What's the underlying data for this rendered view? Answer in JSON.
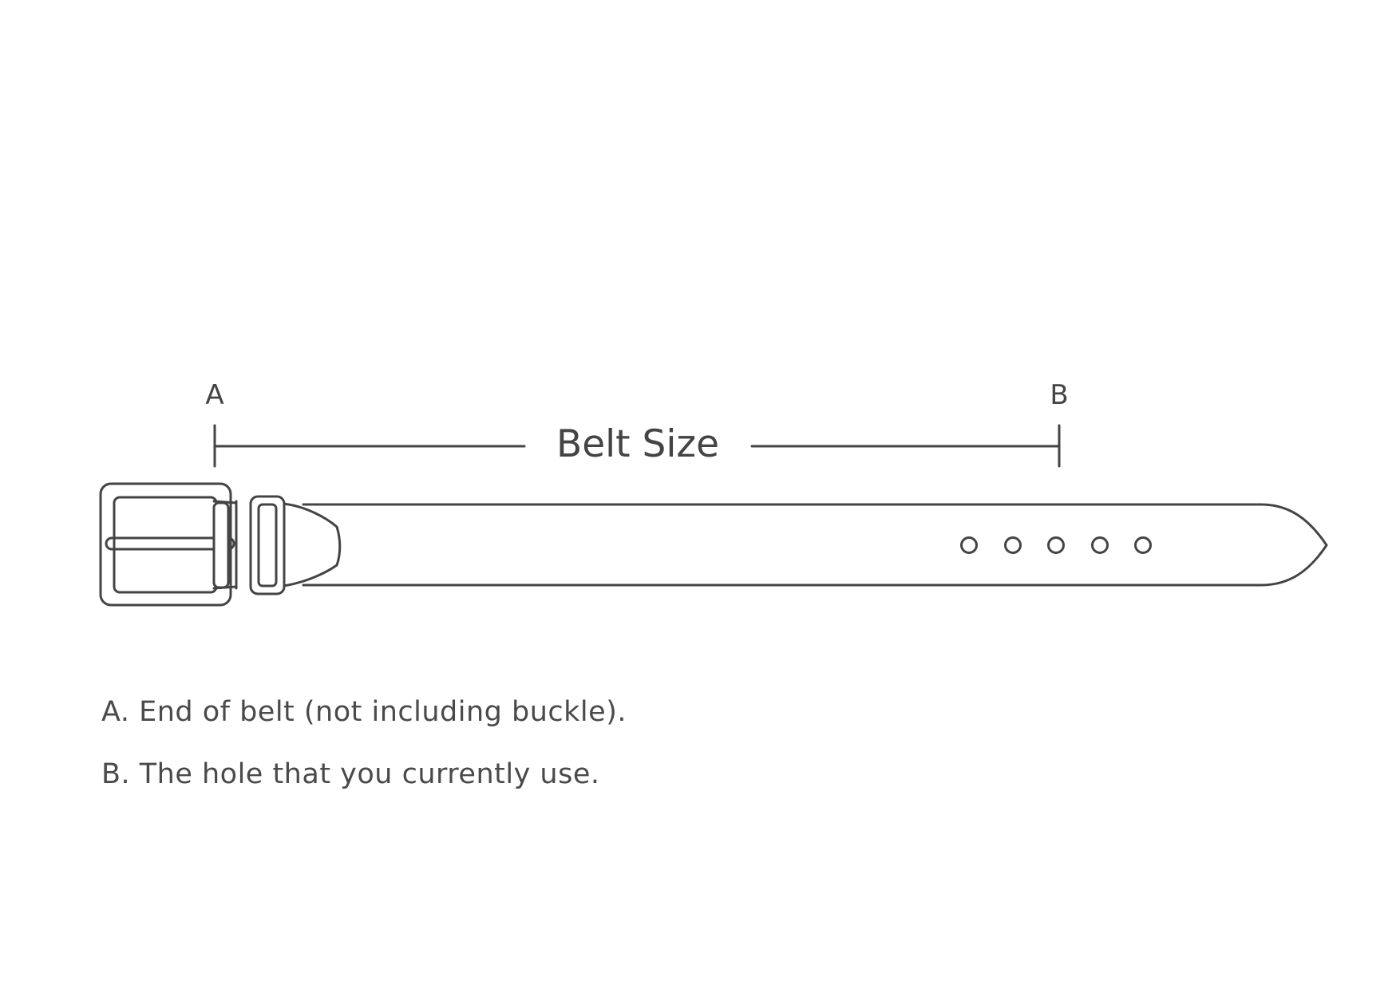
{
  "diagram": {
    "marker_a": "A",
    "marker_b": "B",
    "measure_label": "Belt Size",
    "hole_count": 5,
    "stroke_color": "#444444",
    "background_color": "#ffffff"
  },
  "legend": {
    "item_a": "A. End of belt (not including buckle).",
    "item_b": "B. The hole that you currently use."
  }
}
